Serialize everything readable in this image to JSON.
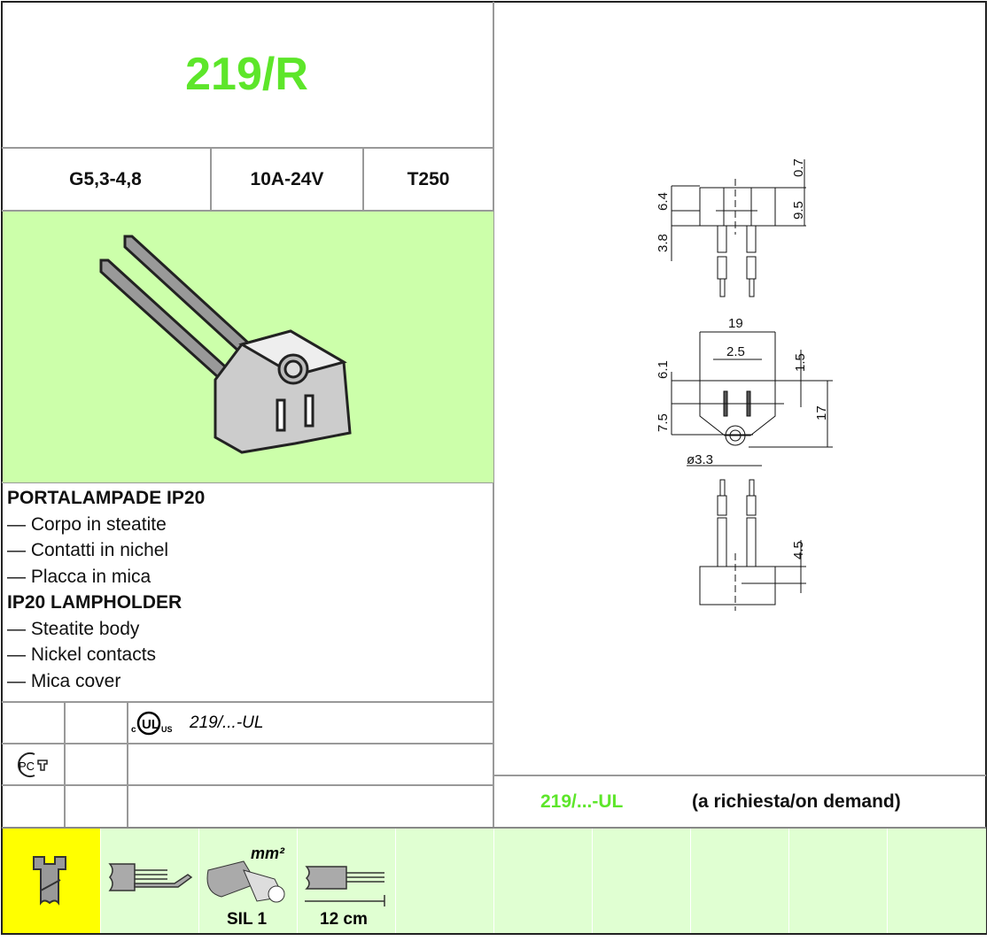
{
  "title": "219/R",
  "specs": [
    "G5,3-4,8",
    "10A-24V",
    "T250"
  ],
  "description": {
    "heading_it": "PORTALAMPADE IP20",
    "items_it": [
      "— Corpo in steatite",
      "— Contatti in nichel",
      "— Placca in mica"
    ],
    "heading_en": "IP20 LAMPHOLDER",
    "items_en": [
      "— Steatite body",
      "— Nickel contacts",
      "— Mica cover"
    ]
  },
  "certifications": {
    "ul_text": "219/...-UL",
    "ul_logo": "cULus",
    "rc_logo": "PCT"
  },
  "variant": {
    "code": "219/...-UL",
    "note": "(a richiesta/on demand)"
  },
  "bottom_icons": {
    "screw": "screw-icon",
    "wires": "wire-leads-icon",
    "cable_unit": "mm²",
    "cable_label": "SIL 1",
    "length_label": "12 cm"
  },
  "dimensions": {
    "top_view": [
      "0.7",
      "6.4",
      "9.5",
      "3.8"
    ],
    "front_view": [
      "19",
      "2.5",
      "1.5",
      "6.1",
      "7.5",
      "17",
      "ø3.3"
    ],
    "side_view": [
      "4.5"
    ]
  },
  "colors": {
    "title_green": "#5de62a",
    "photo_bg": "#ccffaa",
    "bottom_bg": "#e0ffd2",
    "highlight": "#ffff00"
  }
}
